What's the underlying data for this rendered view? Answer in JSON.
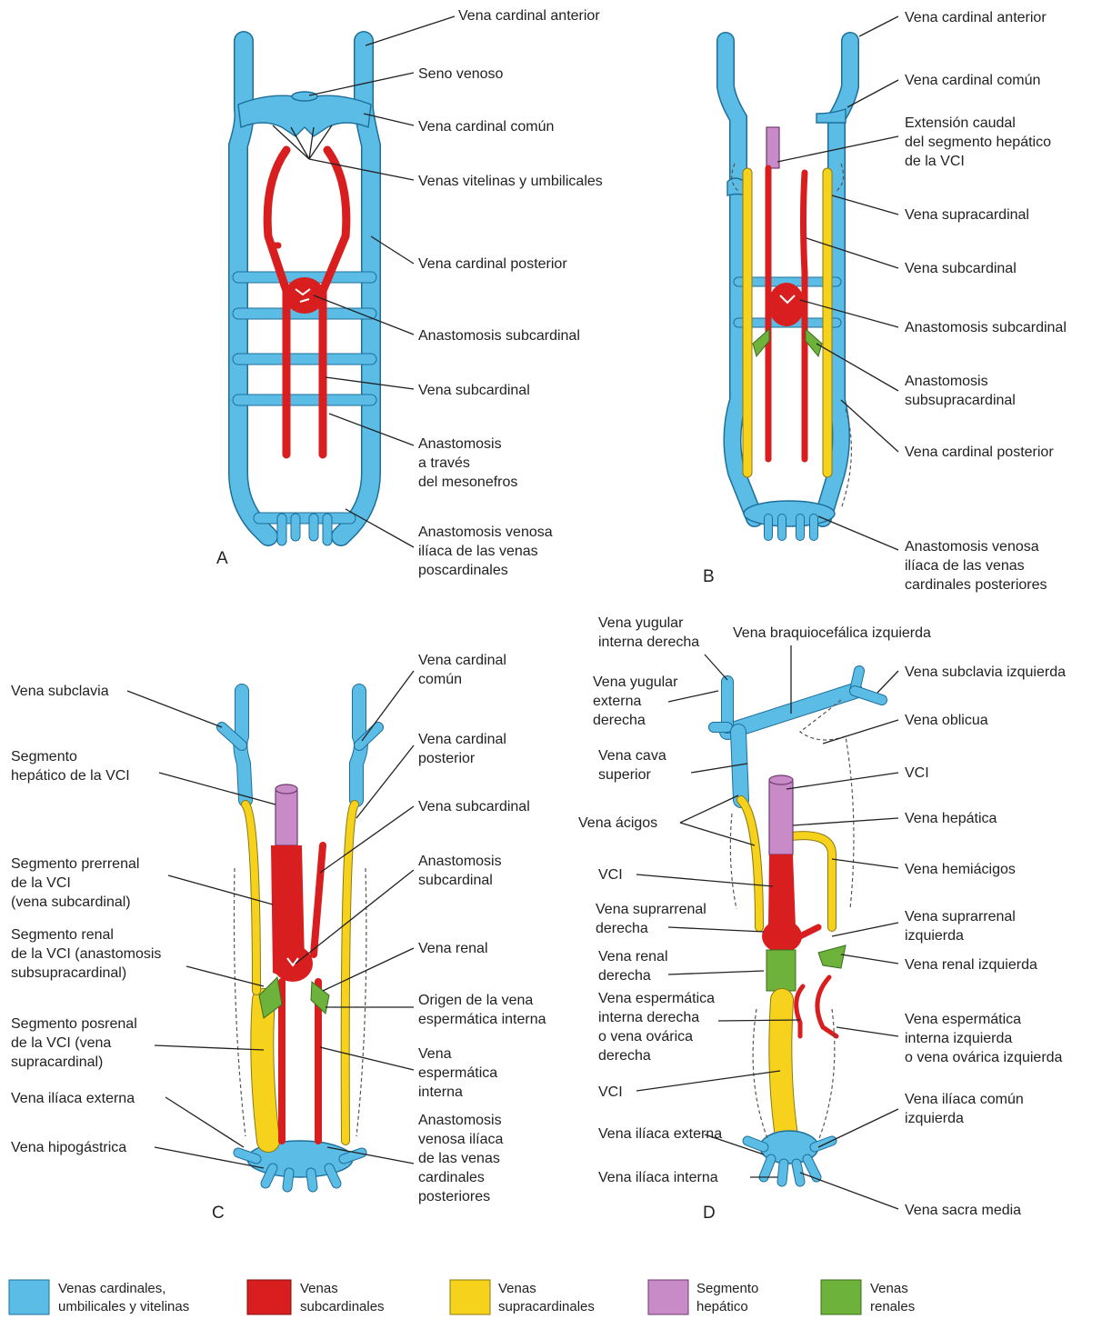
{
  "panels": {
    "a": "A",
    "b": "B",
    "c": "C",
    "d": "D"
  },
  "labels_a": [
    "Vena cardinal anterior",
    "Seno venoso",
    "Vena cardinal común",
    "Venas vitelinas y umbilicales",
    "Vena cardinal posterior",
    "Anastomosis subcardinal",
    "Vena subcardinal",
    [
      "Anastomosis",
      "a través",
      "del mesonefros"
    ],
    [
      "Anastomosis venosa",
      "ilíaca de las venas",
      "poscardinales"
    ]
  ],
  "labels_b": [
    "Vena cardinal anterior",
    "Vena cardinal común",
    [
      "Extensión caudal",
      "del segmento hepático",
      "de la VCI"
    ],
    "Vena supracardinal",
    "Vena subcardinal",
    "Anastomosis subcardinal",
    [
      "Anastomosis",
      "subsupracardinal"
    ],
    "Vena cardinal posterior",
    [
      "Anastomosis venosa",
      "ilíaca de las venas",
      "cardinales posteriores"
    ]
  ],
  "labels_c_left": [
    "Vena subclavia",
    [
      "Segmento",
      "hepático de la VCI"
    ],
    [
      "Segmento prerrenal",
      "de la VCI",
      "(vena subcardinal)"
    ],
    [
      "Segmento renal",
      "de la VCI (anastomosis",
      "subsupracardinal)"
    ],
    [
      "Segmento posrenal",
      "de la VCI (vena",
      "supracardinal)"
    ],
    "Vena ilíaca externa",
    "Vena hipogástrica"
  ],
  "labels_c_right": [
    [
      "Vena cardinal",
      "común"
    ],
    [
      "Vena cardinal",
      "posterior"
    ],
    "Vena subcardinal",
    [
      "Anastomosis",
      "subcardinal"
    ],
    "Vena renal",
    [
      "Origen de la vena",
      "espermática interna"
    ],
    [
      "Vena",
      "espermática",
      "interna"
    ],
    [
      "Anastomosis",
      "venosa ilíaca",
      "de las venas",
      "cardinales",
      "posteriores"
    ]
  ],
  "labels_d_left": [
    [
      "Vena yugular",
      "interna derecha"
    ],
    [
      "Vena yugular",
      "externa",
      "derecha"
    ],
    [
      "Vena cava",
      "superior"
    ],
    "Vena ácigos",
    "VCI",
    [
      "Vena suprarrenal",
      "derecha"
    ],
    [
      "Vena renal",
      "derecha"
    ],
    [
      "Vena espermática",
      "interna derecha",
      "o vena ovárica",
      "derecha"
    ],
    "VCI",
    "Vena ilíaca externa",
    "Vena ilíaca interna"
  ],
  "labels_d_top": "Vena braquiocefálica izquierda",
  "labels_d_right": [
    "Vena subclavia izquierda",
    "Vena oblicua",
    "VCI",
    "Vena hepática",
    "Vena hemiácigos",
    [
      "Vena suprarrenal",
      "izquierda"
    ],
    "Vena renal izquierda",
    [
      "Vena espermática",
      "interna izquierda",
      "o vena ovárica izquierda"
    ],
    [
      "Vena ilíaca común",
      "izquierda"
    ],
    "Vena sacra media"
  ],
  "legend": [
    {
      "label": [
        "Venas cardinales,",
        "umbilicales y vitelinas"
      ],
      "color": "#5bbce6"
    },
    {
      "label": [
        "Venas",
        "subcardinales"
      ],
      "color": "#d81e1e"
    },
    {
      "label": [
        "Venas",
        "supracardinales"
      ],
      "color": "#f6d21d"
    },
    {
      "label": [
        "Segmento",
        "hepático"
      ],
      "color": "#c98bc8"
    },
    {
      "label": [
        "Venas",
        "renales"
      ],
      "color": "#6cb23b"
    }
  ]
}
